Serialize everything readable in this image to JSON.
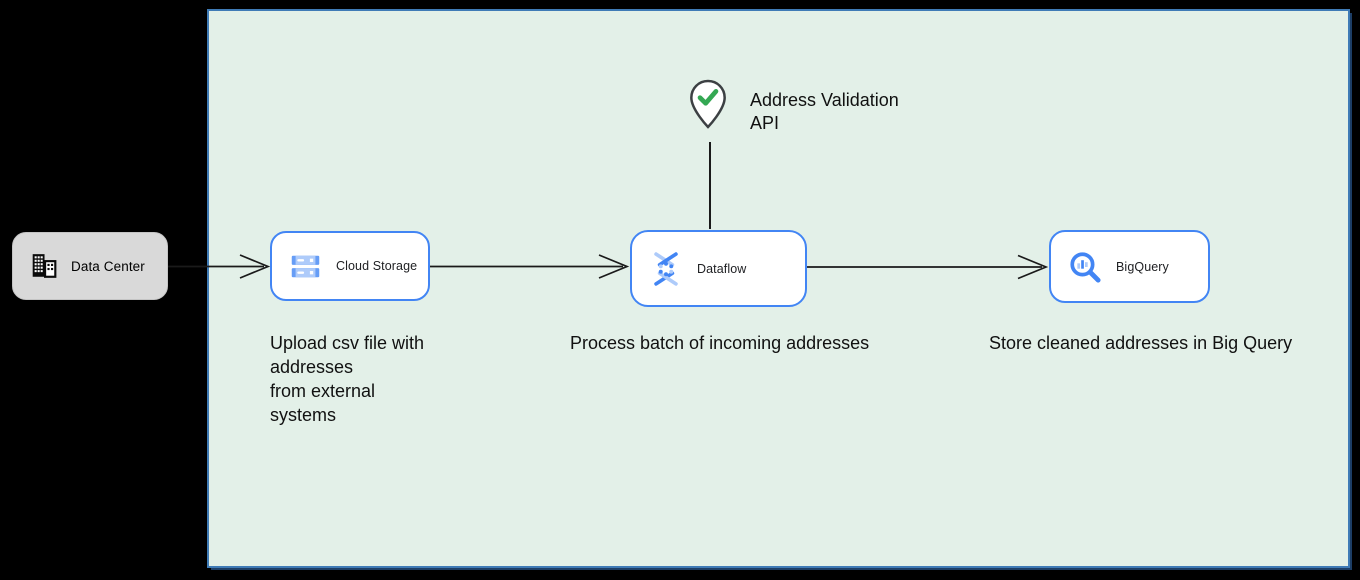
{
  "colors": {
    "page_bg": "#000000",
    "boundary_fill": "#e3f0e8",
    "boundary_border": "#3f7bb6",
    "node_border": "#4285f4",
    "node_fill": "#ffffff",
    "external_node_fill": "#d9d9d9",
    "icon_blue": "#4285f4",
    "icon_blue_light": "#aecbfa",
    "icon_blue_mid": "#669df6",
    "check_green": "#34a853",
    "pin_outline": "#3c4043",
    "connector": "#1a1a1a",
    "text": "#111111"
  },
  "external_node": {
    "label": "Data Center",
    "icon": "building-icon"
  },
  "api_callout": {
    "label": "Address Validation\nAPI",
    "icon": "location-pin-check-icon"
  },
  "nodes": {
    "cloud_storage": {
      "label": "Cloud Storage",
      "icon": "cloud-storage-icon"
    },
    "dataflow": {
      "label": "Dataflow",
      "icon": "dataflow-icon"
    },
    "bigquery": {
      "label": "BigQuery",
      "icon": "bigquery-icon"
    }
  },
  "captions": {
    "upload": "Upload csv file with\naddresses\nfrom external\nsystems",
    "process": "Process batch of incoming addresses",
    "store": "Store cleaned addresses in Big Query"
  }
}
